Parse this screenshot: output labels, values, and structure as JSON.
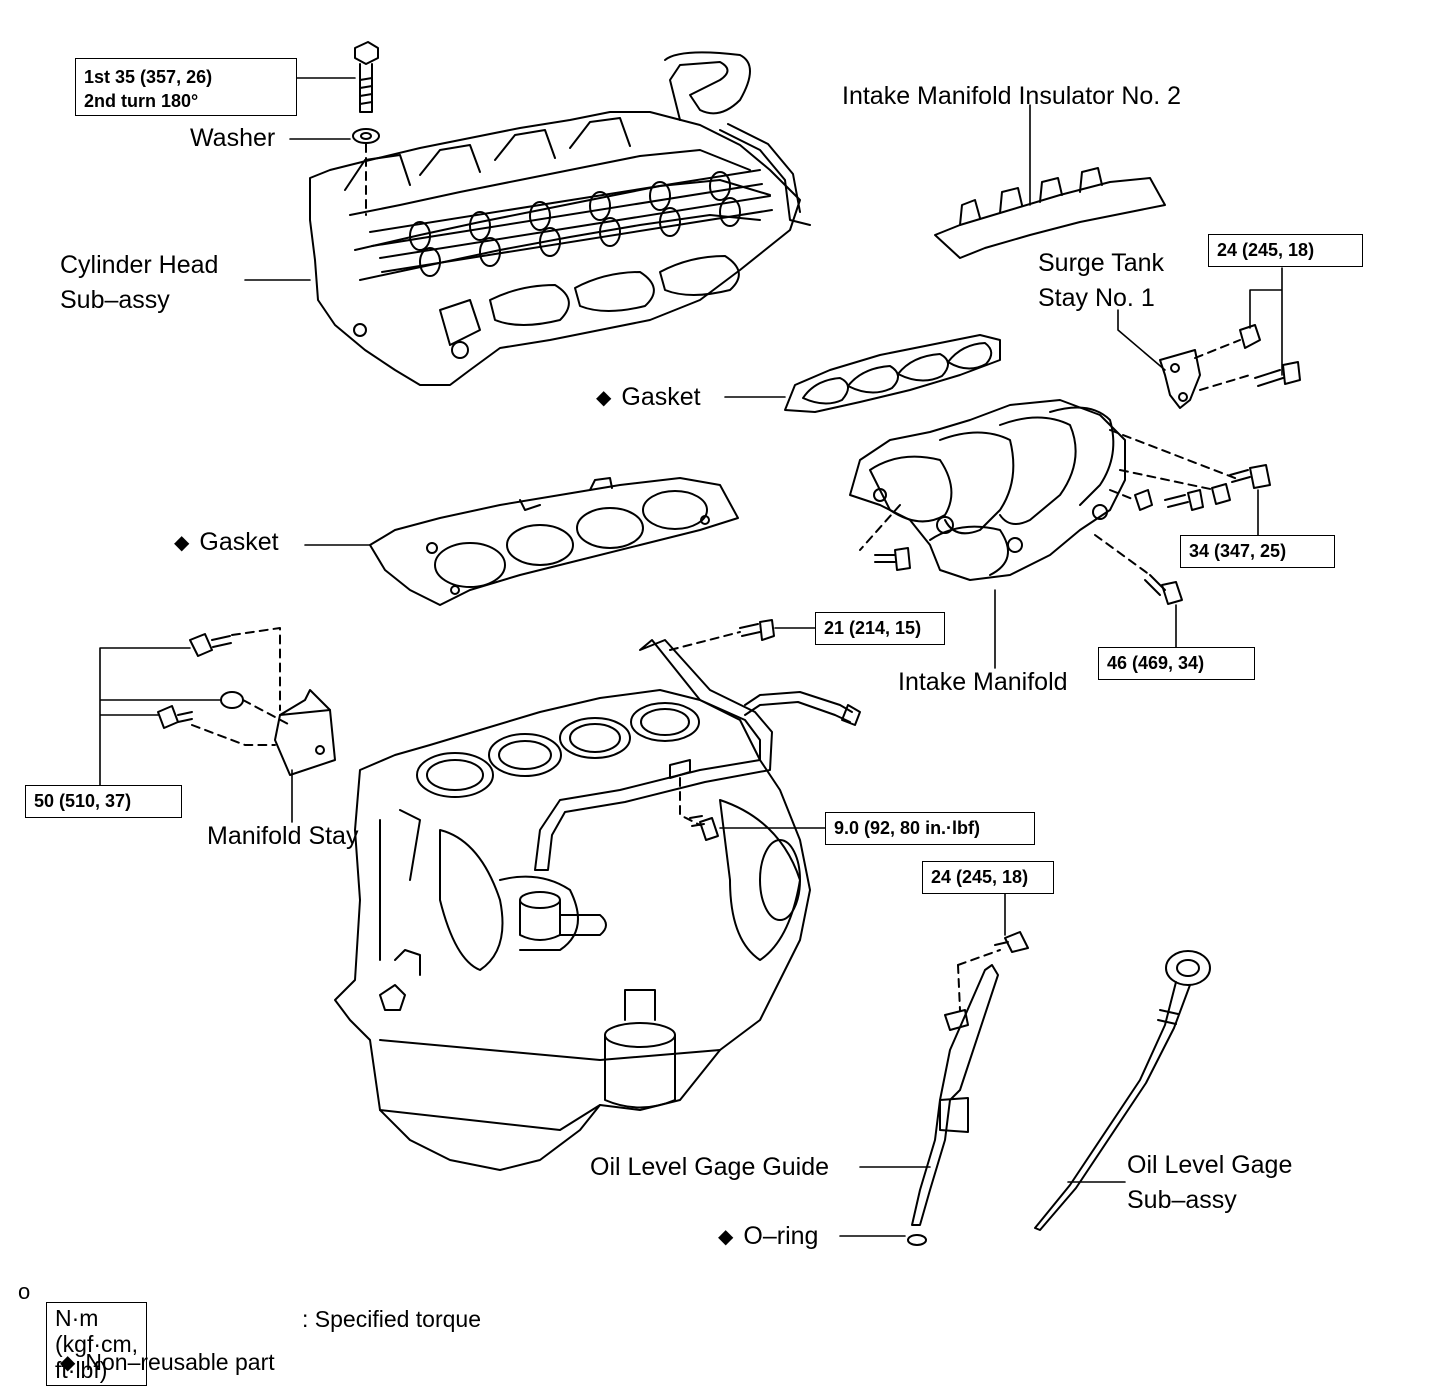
{
  "labels": {
    "washer": "Washer",
    "cyl_head_1": "Cylinder Head",
    "cyl_head_2": "Sub–assy",
    "insulator": "Intake Manifold Insulator No. 2",
    "surge_1": "Surge Tank",
    "surge_2": "Stay No. 1",
    "gasket_upper": "Gasket",
    "gasket_lower": "Gasket",
    "intake_manifold": "Intake Manifold",
    "manifold_stay": "Manifold Stay",
    "gage_guide": "Oil Level Gage Guide",
    "gage_1": "Oil Level Gage",
    "gage_2": "Sub–assy",
    "oring": "O–ring",
    "corner_mark": "o"
  },
  "diamond": "◆",
  "torques": {
    "head_bolt_1": "1st 35 (357, 26)",
    "head_bolt_2": "2nd turn 180°",
    "surge_stay": "24 (245, 18)",
    "intake_upper": "34 (347, 25)",
    "intake_lower": "46 (469, 34)",
    "water_pipe": "21 (214, 15)",
    "manifold_stay": "50 (510, 37)",
    "block_bolt": "9.0 (92, 80 in.·lbf)",
    "gage_guide": "24 (245, 18)"
  },
  "legend": {
    "unit_box": "N·m (kgf·cm, ft·lbf)",
    "unit_text": ": Specified torque",
    "nonreusable": "Non–reusable part"
  }
}
